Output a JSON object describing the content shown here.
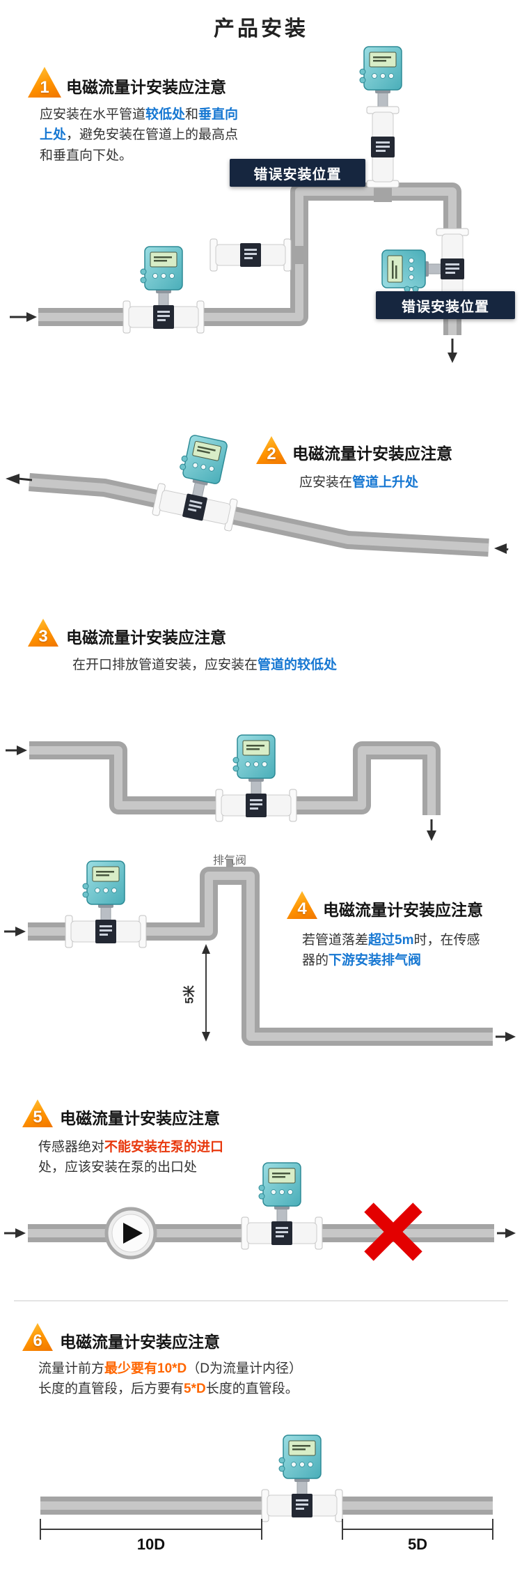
{
  "page": {
    "title": "产品安装"
  },
  "colors": {
    "highlight_blue": "#1677d2",
    "highlight_red": "#e8380d",
    "highlight_orange": "#ff6600",
    "badge_orange": "#ff9300",
    "meter_teal": "#4aaeb9",
    "wrong_label_bg": "#16263f",
    "error_x_red": "#e30000"
  },
  "sections": [
    {
      "num": "1",
      "heading": "电磁流量计安装应注意",
      "desc": [
        {
          "t": "应安装在水平管道"
        },
        {
          "t": "较低处",
          "hl": "blue"
        },
        {
          "t": "和"
        },
        {
          "t": "垂直向上处",
          "hl": "blue"
        },
        {
          "t": "，避免安装在管道上的最高点和垂直向下处。"
        }
      ],
      "wrong_label": "错误安装位置"
    },
    {
      "num": "2",
      "heading": "电磁流量计安装应注意",
      "desc": [
        {
          "t": "应安装在"
        },
        {
          "t": "管道上升处",
          "hl": "blue"
        }
      ]
    },
    {
      "num": "3",
      "heading": "电磁流量计安装应注意",
      "desc": [
        {
          "t": "在开口排放管道安装，应安装在"
        },
        {
          "t": "管道的较低处",
          "hl": "blue"
        }
      ]
    },
    {
      "num": "4",
      "heading": "电磁流量计安装应注意",
      "desc": [
        {
          "t": "若管道落差"
        },
        {
          "t": "超过5m",
          "hl": "blue"
        },
        {
          "t": "时，在传感器的"
        },
        {
          "t": "下游安装排气阀",
          "hl": "blue"
        }
      ],
      "valve_label": "排气阀",
      "dim_label": "5米"
    },
    {
      "num": "5",
      "heading": "电磁流量计安装应注意",
      "desc": [
        {
          "t": "传感器绝对"
        },
        {
          "t": "不能安装在泵的进口",
          "hl": "red"
        },
        {
          "t": "处，应该安装在泵的出口处"
        }
      ]
    },
    {
      "num": "6",
      "heading": "电磁流量计安装应注意",
      "desc": [
        {
          "t": "流量计前方"
        },
        {
          "t": "最少要有10*D",
          "hl": "orange"
        },
        {
          "t": "（D为流量计内径）长度的直管段，后方要有"
        },
        {
          "t": "5*D",
          "hl": "orange"
        },
        {
          "t": "长度的直管段。"
        }
      ],
      "dims": {
        "left": "10D",
        "right": "5D"
      }
    }
  ]
}
